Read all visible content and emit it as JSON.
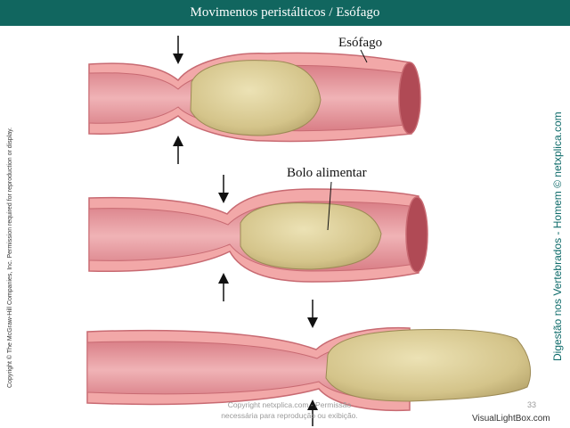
{
  "header": {
    "title": "Movimentos peristálticos / Esófago"
  },
  "labels": {
    "esophagus": "Esófago",
    "bolus": "Bolo alimentar"
  },
  "credits": {
    "left": "Copyright © The McGraw-Hill Companies, Inc. Permission required for reproduction or display.",
    "right": "Digestão nos Vertebrados - Homem © netxplica.com"
  },
  "footer": {
    "note_line1": "Copyright netxplica.com - Permissão",
    "note_line2": "necessária para reprodução ou exibição.",
    "page_number": "33",
    "watermark": "VisualLightBox.com"
  },
  "colors": {
    "header_bg": "#11665f",
    "tube_wall": "#f2a8a8",
    "tube_outline": "#c86a72",
    "tube_lumen": "#e7949a",
    "bolus": "#d9cb94",
    "credit_text": "#0e6b6a"
  }
}
